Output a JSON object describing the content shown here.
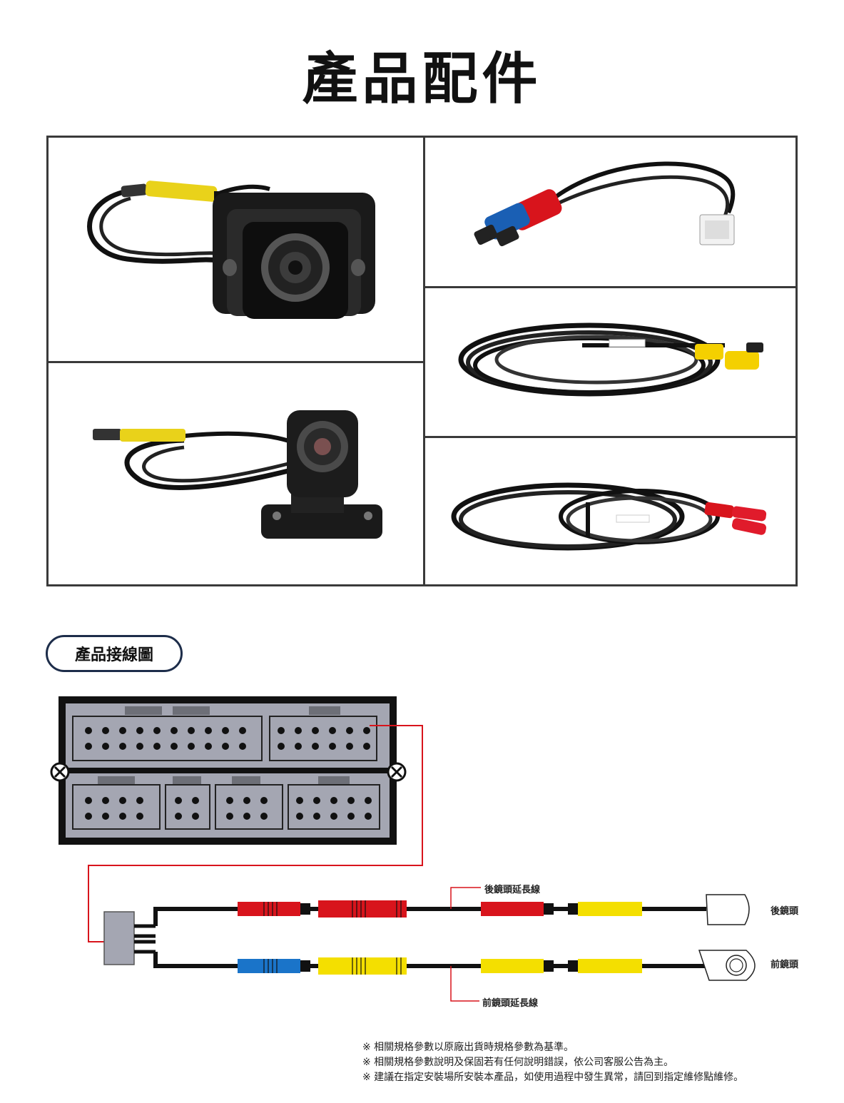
{
  "page_title": "產品配件",
  "wiring_title": "產品接線圖",
  "labels": {
    "rear_extension": "後鏡頭延長線",
    "front_extension": "前鏡頭延長線",
    "rear_camera": "後鏡頭",
    "front_camera": "前鏡頭"
  },
  "notes": [
    "※ 相關規格參數以原廠出貨時規格參數為基準。",
    "※ 相關規格參數說明及保固若有任何說明錯誤，依公司客服公告為主。",
    "※ 建議在指定安裝場所安裝本產品，如使用過程中發生異常，請回到指定維修點維修。"
  ],
  "colors": {
    "red": "#d8141c",
    "blue": "#1a74c9",
    "yellow": "#f4df00",
    "wire": "#111111",
    "navy": "#1d2d4a"
  }
}
